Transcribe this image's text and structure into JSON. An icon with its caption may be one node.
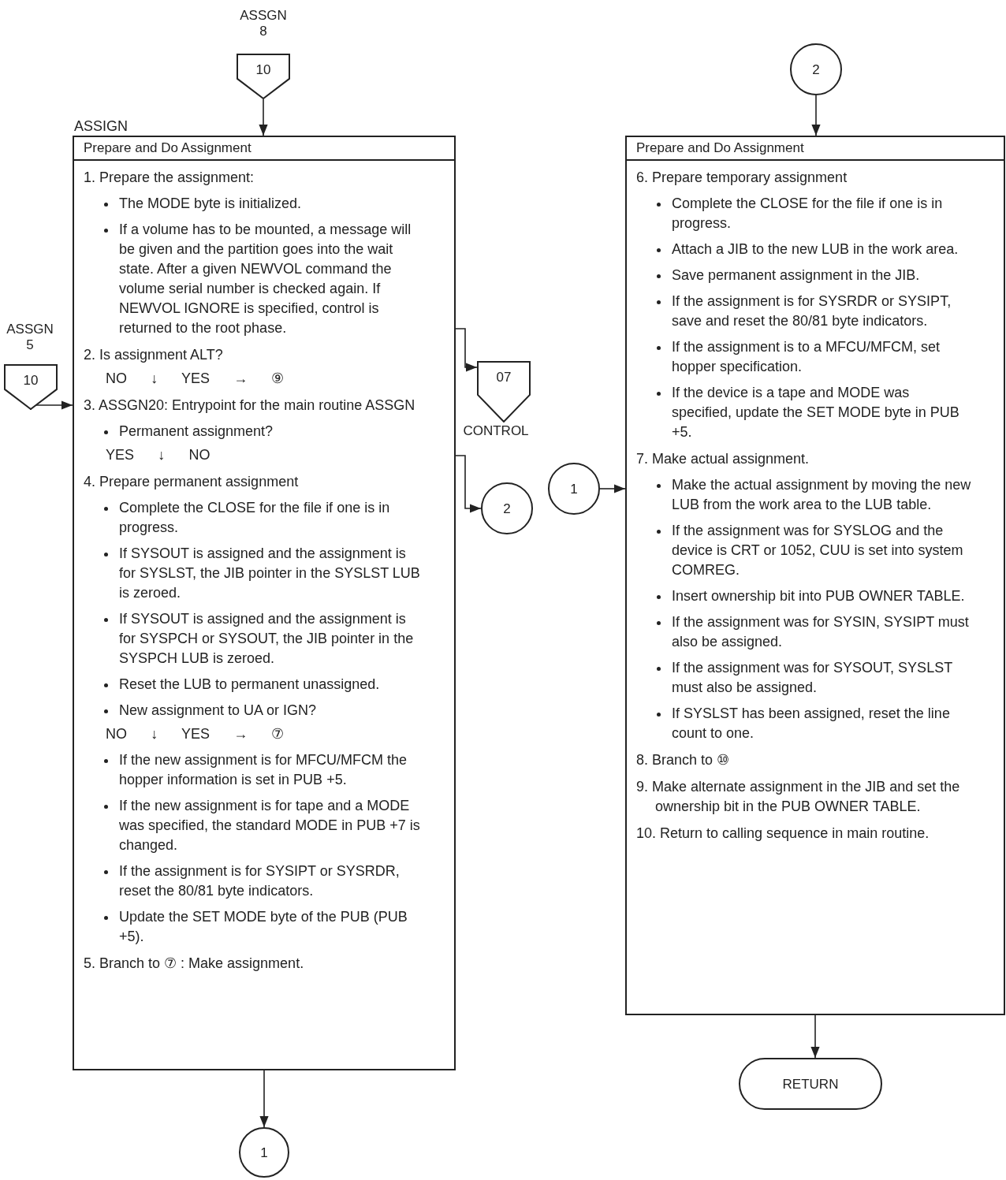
{
  "diagram": {
    "nodes": [
      {
        "text": [
          "10"
        ],
        "beside": [
          "ASSGN 8"
        ]
      },
      {
        "text": [
          "ASSIGN",
          "Prepare and Do Assignment",
          "1. Prepare the assignment:",
          "The MODE byte is initialized.",
          "If a volume has to be mounted, a message will be given and the partition goes into the wait state. After a given NEWVOL command the volume serial number is checked again. If NEWVOL IGNORE is specified, control is returned to the root phase.",
          "2. Is assignment ALT?",
          "NO ↓ YES → ⑨",
          "3. ASSGN20: Entrypoint for the main routine ASSGN",
          "Permanent assignment?",
          "YES ↓ NO",
          "4. Prepare permanent assignment",
          "Complete the CLOSE for the file if one is in progress.",
          "If SYSOUT is assigned and the assignment is for SYSLST, the JIB pointer in the SYSLST LUB is zeroed.",
          "If SYSOUT is assigned and the assignment is for SYSPCH or SYSOUT, the JIB pointer in the SYSPCH LUB is zeroed.",
          "Reset the LUB to permanent unassigned.",
          "New assignment to UA or IGN?",
          "NO ↓ YES → ⑦",
          "If the new assignment is for MFCU/MFCM the hopper information is set in PUB +5.",
          "If the new assignment is for tape and a MODE was specified, the standard MODE in PUB +7 is changed.",
          "If the assignment is for SYSIPT or SYSRDR, reset the 80/81 byte indicators.",
          "Update the SET MODE byte of the PUB (PUB +5).",
          "5. Branch to ⑦ : Make assignment."
        ]
      },
      {
        "text": [
          "10"
        ],
        "beside": [
          "ASSGN 5"
        ]
      },
      {
        "text": [
          "07"
        ],
        "beside": [
          "CONTROL"
        ]
      },
      {
        "text": [
          "2"
        ]
      },
      {
        "text": [
          "1"
        ]
      },
      {
        "text": [
          "2"
        ]
      },
      {
        "text": [
          "Prepare and Do Assignment",
          "6. Prepare temporary assignment",
          "Complete the CLOSE for the file if one is in progress.",
          "Attach a JIB to the new LUB in the work area.",
          "Save permanent assignment in the JIB.",
          "If the assignment is for SYSRDR or SYSIPT, save and reset the 80/81 byte indicators.",
          "If the assignment is to a MFCU/MFCM, set hopper specification.",
          "If the device is a tape and MODE was specified, update the SET MODE byte in PUB +5.",
          "7. Make actual assignment.",
          "Make the actual assignment by moving the new LUB from the work area to the LUB table.",
          "If the assignment was for SYSLOG and the device is CRT or 1052, CUU is set into system COMREG.",
          "Insert ownership bit into PUB OWNER TABLE.",
          "If the assignment was for SYSIN, SYSIPT must also be assigned.",
          "If the assignment was for SYSOUT, SYSLST must also be assigned.",
          "If SYSLST has been assigned, reset the line count to one.",
          "8. Branch to ⑩",
          "9. Make alternate assignment in the JIB and set the ownership bit in the PUB OWNER TABLE.",
          "10. Return to calling sequence in main routine."
        ]
      },
      {
        "text": [
          "1"
        ]
      },
      {
        "text": [
          "RETURN"
        ]
      }
    ],
    "edges": [
      {
        "from": 0,
        "to": 1,
        "arrow": "to"
      },
      {
        "from": 2,
        "to": 1,
        "arrow": "to"
      },
      {
        "from": 1,
        "to": 3,
        "arrow": "to"
      },
      {
        "from": 1,
        "to": 4,
        "arrow": "to"
      },
      {
        "from": 1,
        "to": 5,
        "arrow": "to"
      },
      {
        "from": 6,
        "to": 7,
        "arrow": "to"
      },
      {
        "from": 8,
        "to": 7,
        "arrow": "to"
      },
      {
        "from": 7,
        "to": 9,
        "arrow": "to"
      }
    ]
  }
}
